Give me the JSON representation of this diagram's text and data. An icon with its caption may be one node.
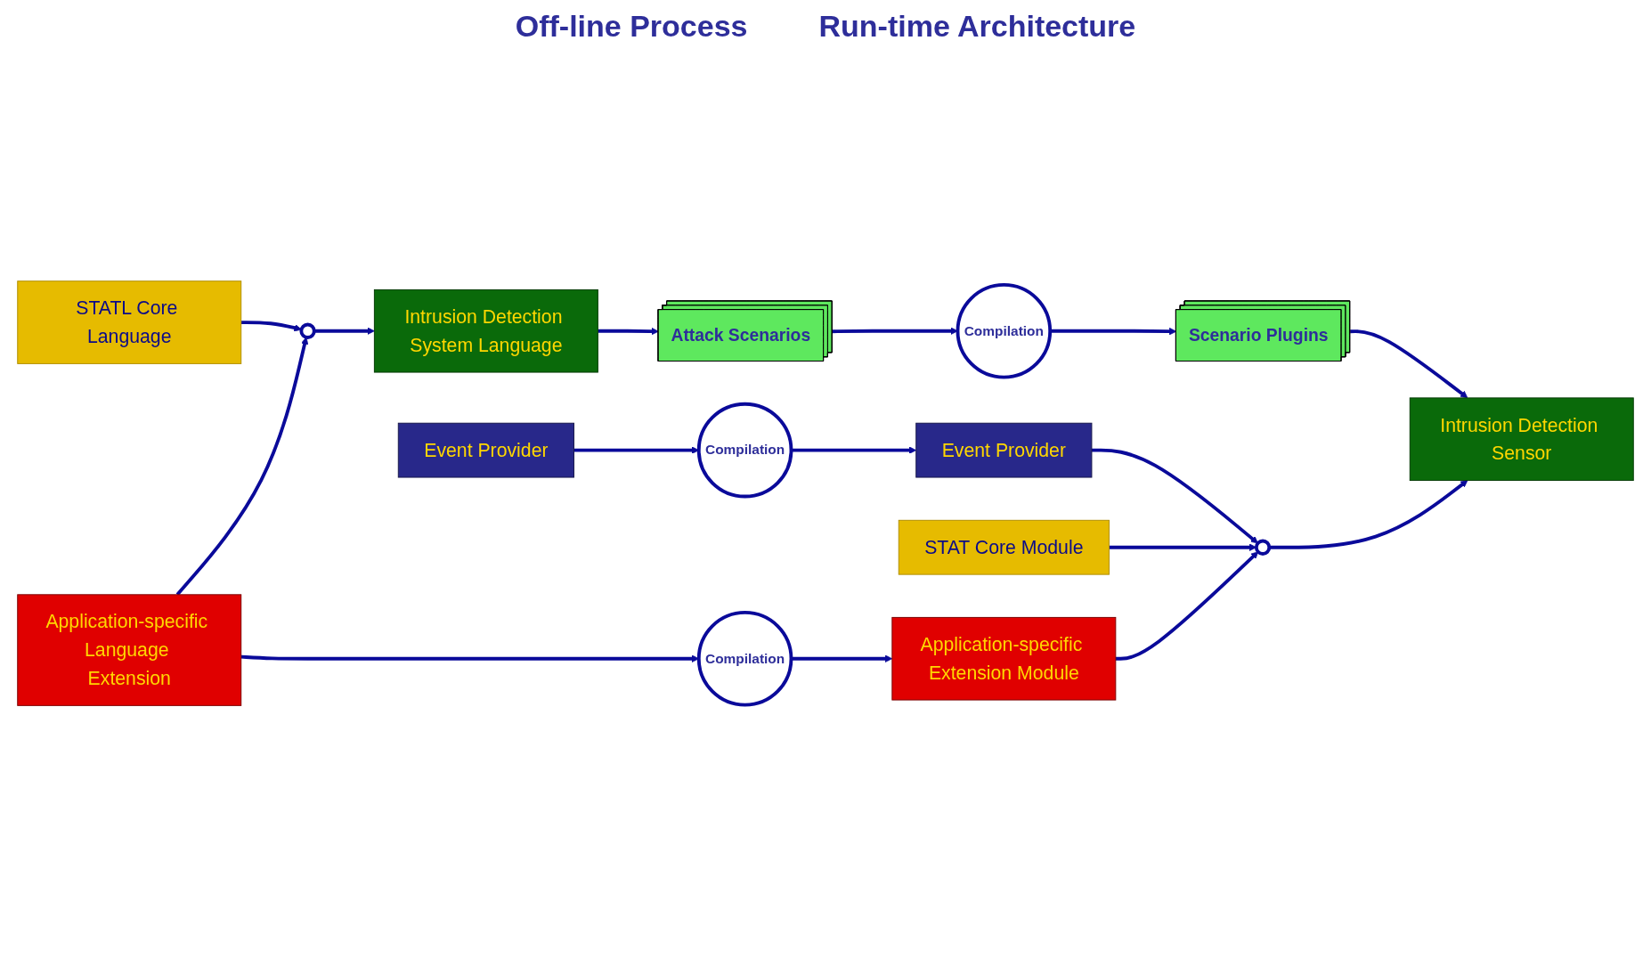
{
  "diagram": {
    "nodes": [
      {
        "text": [
          "STATL Core Language"
        ]
      },
      {
        "text": [
          "Application-specific Language Extension"
        ]
      },
      {
        "text": [],
        "shape": "circle"
      },
      {
        "text": [
          "Intrusion Detection System Language"
        ]
      },
      {
        "text": [
          "Event Provider"
        ]
      },
      {
        "text": [
          "Attack Scenarios"
        ]
      },
      {
        "text": [
          "Compilation"
        ]
      },
      {
        "text": [
          "Compilation"
        ]
      },
      {
        "text": [
          "Compilation"
        ]
      },
      {
        "text": [
          "Application-specific Extension Module"
        ]
      },
      {
        "text": [
          "STAT Core Module"
        ]
      },
      {
        "text": [
          "Event Provider"
        ]
      },
      {
        "text": [],
        "shape": "circle"
      },
      {
        "text": [
          "Scenario Plugins"
        ]
      },
      {
        "text": [
          "Intrusion Detection Sensor"
        ]
      }
    ],
    "edges": [
      {
        "from": 0,
        "to": 2,
        "arrow": "to"
      },
      {
        "from": 1,
        "to": 2,
        "arrow": "to"
      },
      {
        "from": 2,
        "to": 3,
        "arrow": "to"
      },
      {
        "from": 3,
        "to": 5,
        "arrow": "to"
      },
      {
        "from": 1,
        "to": 6,
        "arrow": "to"
      },
      {
        "from": 6,
        "to": 9,
        "arrow": "to"
      },
      {
        "from": 4,
        "to": 7,
        "arrow": "to"
      },
      {
        "from": 7,
        "to": 11,
        "arrow": "to"
      },
      {
        "from": 5,
        "to": 8,
        "arrow": "to"
      },
      {
        "from": 8,
        "to": 13,
        "arrow": "to"
      },
      {
        "from": 10,
        "to": 12,
        "arrow": "to"
      },
      {
        "from": 9,
        "to": 12,
        "arrow": "to"
      },
      {
        "from": 11,
        "to": 12,
        "arrow": "to"
      },
      {
        "from": 12,
        "to": 14,
        "arrow": "to"
      },
      {
        "from": 13,
        "to": 14,
        "arrow": "to"
      }
    ],
    "labels": [
      "Off-line Process",
      "Run-time Architecture"
    ]
  }
}
